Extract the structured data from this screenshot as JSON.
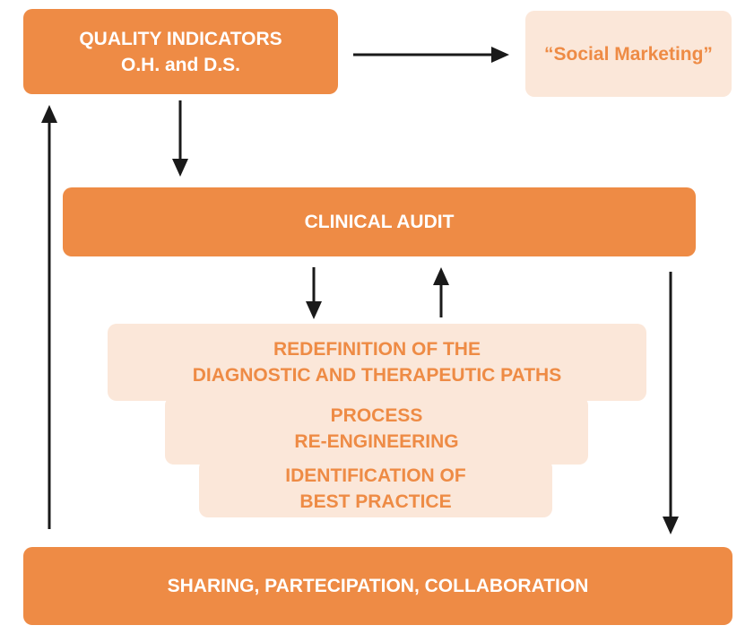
{
  "nodes": {
    "quality_indicators": {
      "line1": "QUALITY INDICATORS",
      "line2": "O.H. and D.S."
    },
    "social_marketing": {
      "label": "“Social Marketing”"
    },
    "clinical_audit": {
      "label": "CLINICAL AUDIT"
    },
    "redefinition": {
      "line1": "REDEFINITION OF THE",
      "line2": "DIAGNOSTIC AND THERAPEUTIC PATHS"
    },
    "process": {
      "line1": "PROCESS",
      "line2": "RE-ENGINEERING"
    },
    "best_practice": {
      "line1": "IDENTIFICATION OF",
      "line2": "BEST PRACTICE"
    },
    "sharing": {
      "label": "SHARING, PARTECIPATION, COLLABORATION"
    }
  },
  "colors": {
    "primary": "#ee8b45",
    "light": "#fbe7d9",
    "arrow": "#1a1a1a"
  }
}
